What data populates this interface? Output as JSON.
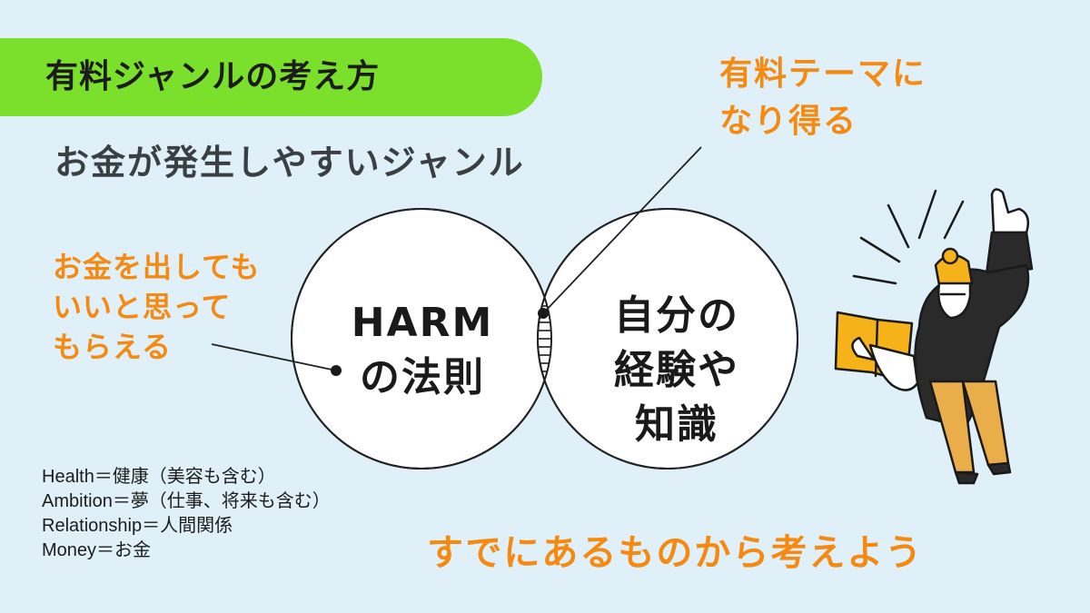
{
  "title": "有料ジャンルの考え方",
  "subtitle": "お金が発生しやすいジャンル",
  "top_note": [
    "有料テーマに",
    "なり得る"
  ],
  "left_note": [
    "お金を出しても",
    "いいと思って",
    "もらえる"
  ],
  "venn": {
    "left_circle": [
      "HARM",
      "の法則"
    ],
    "right_circle": [
      "自分の",
      "経験や",
      "知識"
    ]
  },
  "definitions": [
    "Health＝健康（美容も含む）",
    "Ambition＝夢（仕事、将来も含む）",
    "Relationship＝人間関係",
    "Money＝お金"
  ],
  "bottom_message": "すでにあるものから考えよう",
  "colors": {
    "background": "#dff0f8",
    "pill": "#7be02b",
    "accent": "#f58a12",
    "text": "#1c1c1c"
  },
  "illustration": "person-pointing-up-holding-book"
}
